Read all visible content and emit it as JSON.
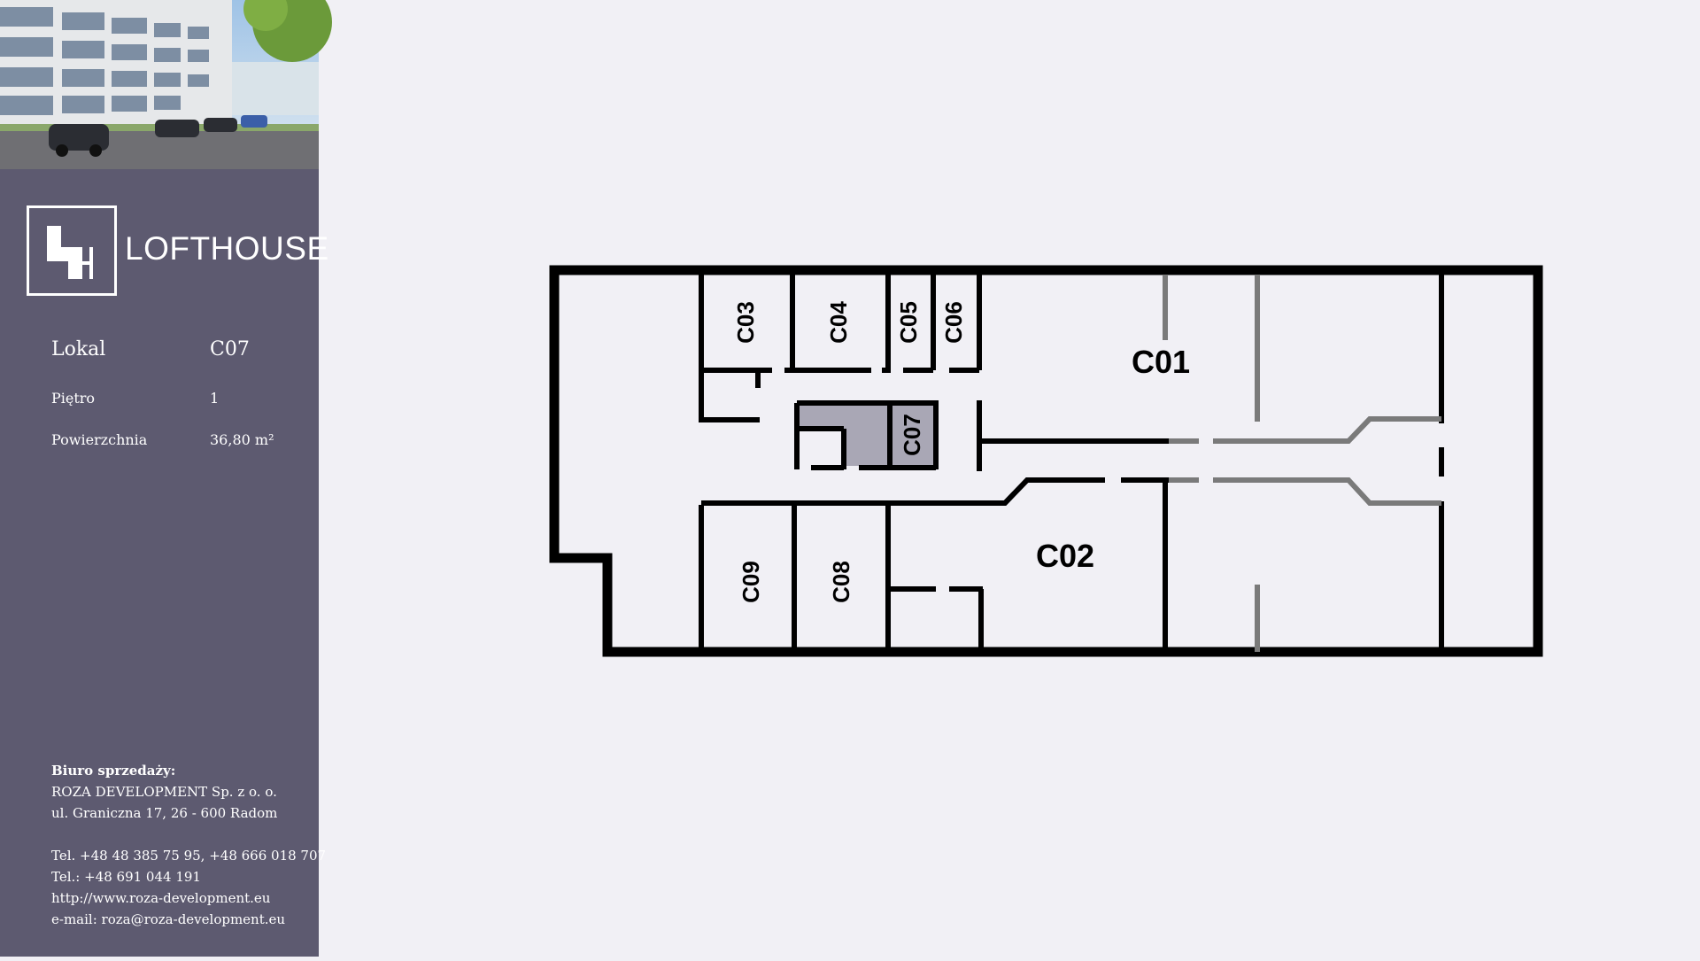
{
  "sidebar": {
    "logo_text": "LOFTHOUSE",
    "details": {
      "lokal_label": "Lokal",
      "lokal_value": "C07",
      "pietro_label": "Piętro",
      "pietro_value": "1",
      "powierzchnia_label": "Powierzchnia",
      "powierzchnia_value": "36,80 m²"
    },
    "contact": {
      "heading": "Biuro sprzedaży:",
      "company": "ROZA DEVELOPMENT Sp. z o. o.",
      "address": "ul. Graniczna 17, 26 - 600 Radom",
      "phone1": "Tel. +48 48 385 75 95, +48 666 018 707",
      "phone2": "Tel.: +48 691 044 191",
      "website": "http://www.roza-development.eu",
      "email": "e-mail: roza@roza-development.eu"
    }
  },
  "floor_plan": {
    "selected_unit": "C07",
    "highlight_color": "#a9a7b5",
    "rooms": [
      "C01",
      "C02",
      "C03",
      "C04",
      "C05",
      "C06",
      "C07",
      "C08",
      "C09"
    ]
  }
}
